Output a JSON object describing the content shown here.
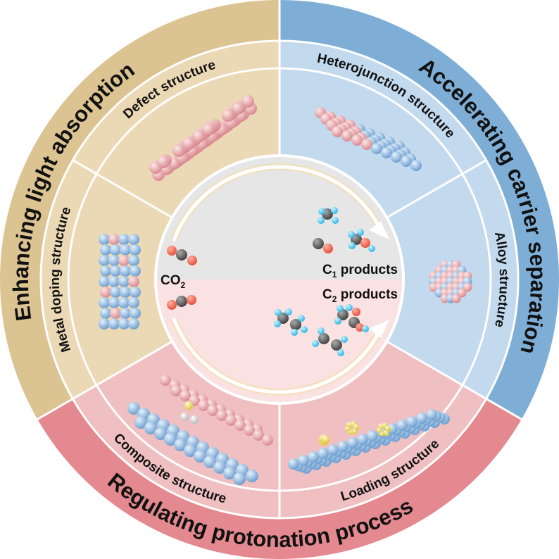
{
  "outer_sections": [
    {
      "label": "Enhancing light absorption",
      "color": "#dcc392"
    },
    {
      "label": "Accelerating carrier separation",
      "color": "#7eaed6"
    },
    {
      "label": "Regulating protonation process",
      "color": "#e3898f"
    }
  ],
  "inner_sections": [
    {
      "label": "Defect structure",
      "color": "#ebd8b4"
    },
    {
      "label": "Metal doping structure",
      "color": "#ebd8b4"
    },
    {
      "label": "Composite structure",
      "color": "#f0bfc1"
    },
    {
      "label": "Loading structure",
      "color": "#f0bfc1"
    },
    {
      "label": "Alloy structure",
      "color": "#c3d9ee"
    },
    {
      "label": "Heterojunction structure",
      "color": "#c3d9ee"
    }
  ],
  "center": {
    "reactant": {
      "main": "CO",
      "sub": "2"
    },
    "c1": {
      "main": "C",
      "sub": "1",
      "rest": " products"
    },
    "c2": {
      "main": "C",
      "sub": "2",
      "rest": " products"
    },
    "top_color": "#e6e6e6",
    "bottom_color": "#fbe2e2"
  }
}
